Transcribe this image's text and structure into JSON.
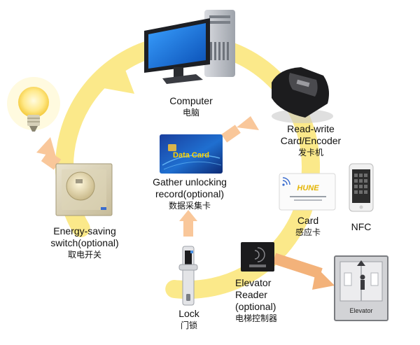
{
  "nodes": {
    "computer": {
      "en": "Computer",
      "cn": "电脑"
    },
    "encoder": {
      "en_line1": "Read-write",
      "en_line2": "Card/Encoder",
      "cn": "发卡机"
    },
    "data_card": {
      "en_line1": "Gather unlocking",
      "en_line2": "record(optional)",
      "cn": "数据采集卡",
      "card_text": "Data Card"
    },
    "energy_switch": {
      "en_line1": "Energy-saving",
      "en_line2": "switch(optional)",
      "cn": "取电开关"
    },
    "card": {
      "en": "Card",
      "cn": "感应卡",
      "card_brand": "HUNE"
    },
    "nfc": {
      "en": "NFC"
    },
    "lock": {
      "en": "Lock",
      "cn": "门锁"
    },
    "elevator_reader": {
      "en_line1": "Elevator",
      "en_line2": "Reader",
      "en_line3": "(optional)",
      "cn": "电梯控制器"
    },
    "elevator": {
      "sign_text": "Elevator"
    }
  },
  "colors": {
    "ring": "#fbe98a",
    "arrow": "#f9c79a",
    "elevator_arrow": "#f3b27a"
  }
}
